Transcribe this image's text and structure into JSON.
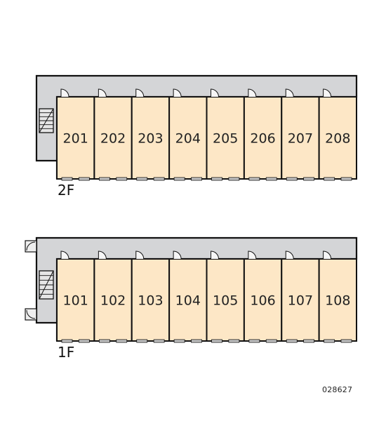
{
  "floors": [
    {
      "label": "2F",
      "rooms": [
        "201",
        "202",
        "203",
        "204",
        "205",
        "206",
        "207",
        "208"
      ],
      "has_exterior_doors": false
    },
    {
      "label": "1F",
      "rooms": [
        "101",
        "102",
        "103",
        "104",
        "105",
        "106",
        "107",
        "108"
      ],
      "has_exterior_doors": true
    }
  ],
  "plan_code": "028627",
  "colors": {
    "room_fill": "#fde7c6",
    "corridor_fill": "#d4d5d7",
    "outline": "#111111",
    "window": "#c5c5c5"
  }
}
